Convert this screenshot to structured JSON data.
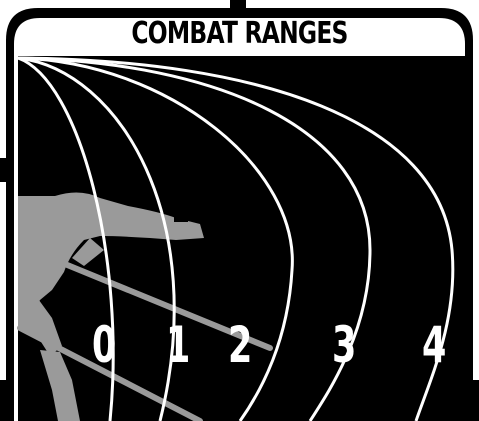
{
  "title": "COMBAT RANGES",
  "ranges": [
    "0",
    "1",
    "2",
    "3",
    "4"
  ],
  "colors": {
    "background": "#000000",
    "frame": "#000000",
    "arcs": "#ffffff",
    "figure": "#9a9a9a",
    "labels": "#ffffff"
  }
}
